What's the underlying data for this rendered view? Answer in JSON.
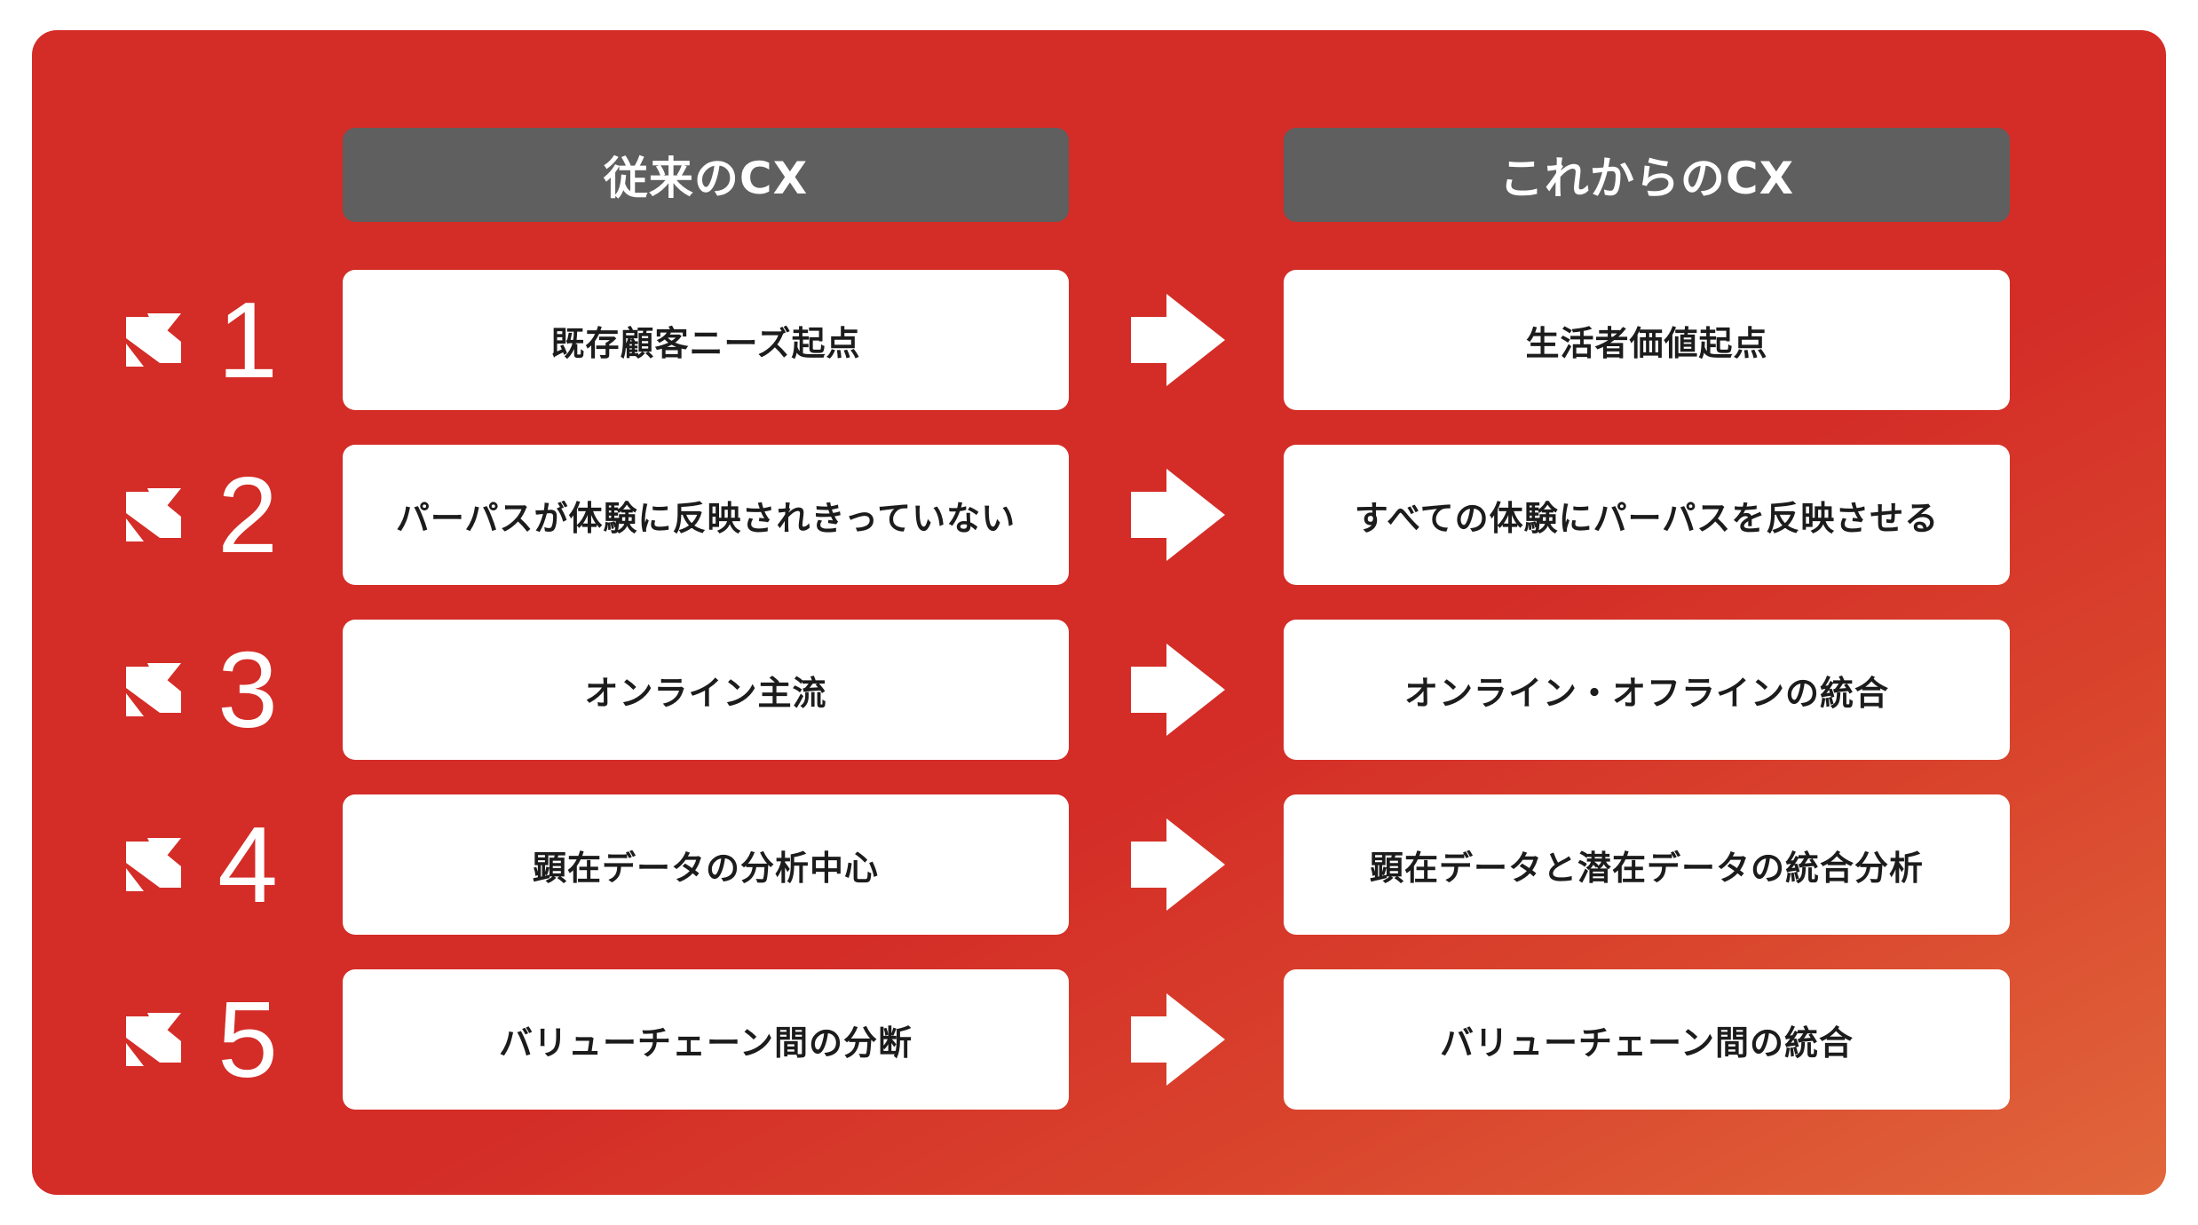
{
  "columns": {
    "left_header": "従来のCX",
    "right_header": "これからのCX"
  },
  "colors": {
    "panel_red": "#d42c27",
    "panel_orange": "#e1673c",
    "header_gray": "#5f5f5f",
    "box_white": "#ffffff",
    "text_dark": "#1c1c1c"
  },
  "icons": {
    "row_mark": "logo-mark-icon",
    "transition": "arrow-right-icon"
  },
  "rows": [
    {
      "number": "1",
      "before": "既存顧客ニーズ起点",
      "after": "生活者価値起点"
    },
    {
      "number": "2",
      "before": "パーパスが体験に反映されきっていない",
      "after": "すべての体験にパーパスを反映させる"
    },
    {
      "number": "3",
      "before": "オンライン主流",
      "after": "オンライン・オフラインの統合"
    },
    {
      "number": "4",
      "before": "顕在データの分析中心",
      "after": "顕在データと潜在データの統合分析"
    },
    {
      "number": "5",
      "before": "バリューチェーン間の分断",
      "after": "バリューチェーン間の統合"
    }
  ]
}
